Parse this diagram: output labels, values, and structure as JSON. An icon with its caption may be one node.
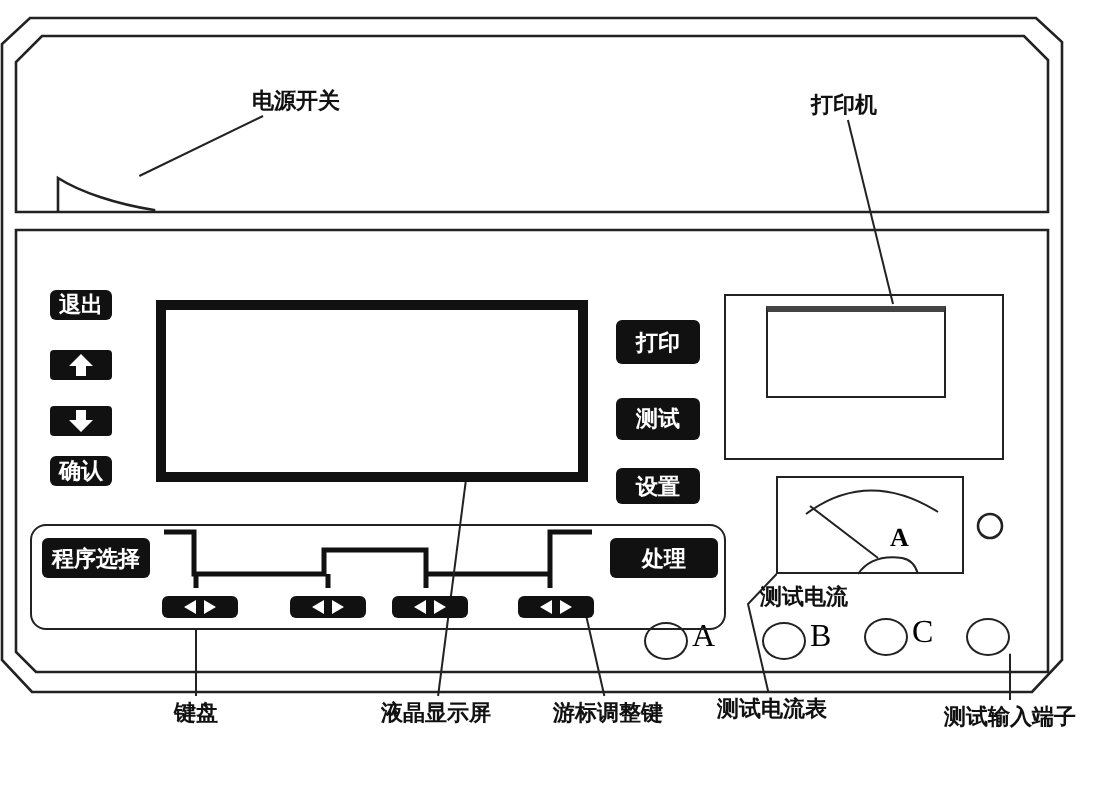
{
  "diagram": {
    "nodes": [
      {
        "text": [
          "电源开关"
        ]
      },
      {
        "text": [],
        "shape": "switch"
      },
      {
        "text": [
          "打印机"
        ]
      },
      {
        "text": [],
        "shape": "box"
      },
      {
        "text": [],
        "shape": "box",
        "in": 3
      },
      {
        "text": [],
        "shape": "box"
      },
      {
        "text": [
          "退出"
        ]
      },
      {
        "text": [
          "确认"
        ]
      },
      {
        "text": [
          "打印"
        ]
      },
      {
        "text": [
          "测试"
        ]
      },
      {
        "text": [
          "设置"
        ]
      },
      {
        "text": [],
        "shape": "box"
      },
      {
        "text": [
          "程序选择"
        ],
        "in": 11
      },
      {
        "text": [
          "处理"
        ],
        "in": 11
      },
      {
        "text": [],
        "shape": "box",
        "in": 11
      },
      {
        "text": [],
        "shape": "box",
        "in": 11
      },
      {
        "text": [],
        "shape": "box",
        "in": 11
      },
      {
        "text": [],
        "shape": "box",
        "in": 11
      },
      {
        "text": [
          "A"
        ]
      },
      {
        "text": [],
        "shape": "circle",
        "beside": [
          "A"
        ]
      },
      {
        "text": [],
        "shape": "circle",
        "beside": [
          "B"
        ]
      },
      {
        "text": [],
        "shape": "circle",
        "beside": [
          "C"
        ]
      },
      {
        "text": [],
        "shape": "circle"
      },
      {
        "text": [
          "键盘"
        ]
      },
      {
        "text": [
          "液晶显示屏"
        ]
      },
      {
        "text": [
          "游标调整键"
        ]
      },
      {
        "text": [
          "测试电流表"
        ]
      },
      {
        "text": [
          "测试输入端子"
        ]
      }
    ],
    "edges": [
      {
        "from": 0,
        "to": 1,
        "arrow": "none"
      },
      {
        "from": 2,
        "to": 4,
        "arrow": "none"
      },
      {
        "from": 23,
        "to": 11,
        "arrow": "none"
      },
      {
        "from": 24,
        "to": 5,
        "arrow": "none"
      },
      {
        "from": 25,
        "to": 17,
        "arrow": "none"
      },
      {
        "from": 26,
        "to": 18,
        "arrow": "none"
      },
      {
        "from": 27,
        "to": 22,
        "arrow": "none"
      }
    ],
    "labels": [
      "测试电流"
    ]
  }
}
